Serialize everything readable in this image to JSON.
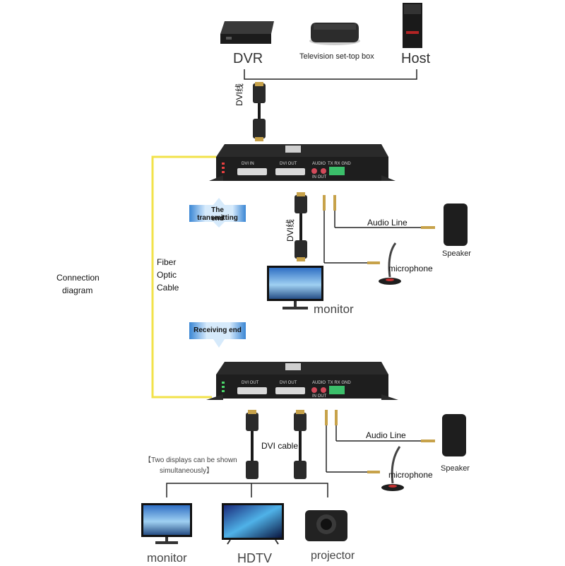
{
  "sources": {
    "dvr": "DVR",
    "stb": "Television set-top box",
    "host": "Host"
  },
  "cables": {
    "top_dvi": "DVI线",
    "tx_dvi": "DVI线",
    "rx_dvi": "DVI cable",
    "fiber": [
      "Fiber",
      "Optic",
      "Cable"
    ]
  },
  "title": [
    "Connection",
    "diagram"
  ],
  "transmitter": {
    "badge": [
      "The transmitting",
      "end"
    ],
    "ports": [
      "DVI IN",
      "DVI OUT",
      "AUDIO",
      "IN  OUT",
      "TX RX GND"
    ],
    "audio_line": "Audio Line",
    "microphone": "microphone",
    "speaker": "Speaker",
    "monitor": "monitor"
  },
  "receiver": {
    "badge": "Receiving end",
    "ports": [
      "DVI OUT",
      "DVI OUT",
      "AUDIO",
      "IN  OUT",
      "TX RX GND"
    ],
    "audio_line": "Audio Line",
    "microphone": "microphone",
    "speaker": "Speaker"
  },
  "displays": {
    "note": [
      "【Two displays can be shown",
      "simultaneously】"
    ],
    "monitor": "monitor",
    "hdtv": "HDTV",
    "projector": "projector"
  },
  "colors": {
    "fiber": "#f2e24a",
    "badge": "#3a86d4",
    "device": "#1e1e1e"
  }
}
